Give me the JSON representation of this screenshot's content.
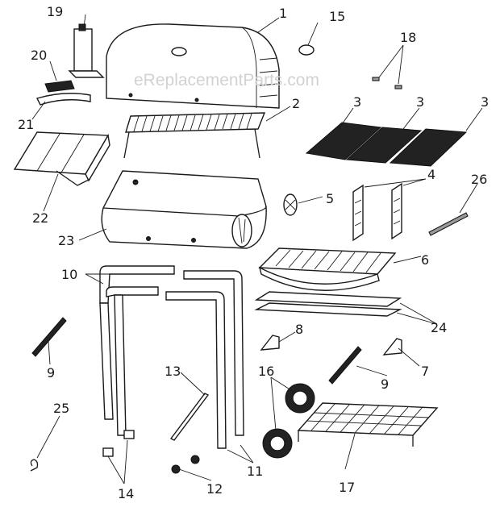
{
  "watermark": "eReplacementParts.com",
  "callouts": {
    "p1": "1",
    "p2": "2",
    "p3a": "3",
    "p3b": "3",
    "p3c": "3",
    "p4": "4",
    "p5": "5",
    "p6": "6",
    "p7": "7",
    "p8": "8",
    "p9a": "9",
    "p9b": "9",
    "p10": "10",
    "p11": "11",
    "p12": "12",
    "p13": "13",
    "p14": "14",
    "p15": "15",
    "p16": "16",
    "p17": "17",
    "p18": "18",
    "p19": "19",
    "p20": "20",
    "p21": "21",
    "p22": "22",
    "p23": "23",
    "p24": "24",
    "p25": "25",
    "p26": "26"
  },
  "colors": {
    "ink": "#1a1a1a",
    "watermark": "#d2d2d2",
    "background": "#ffffff"
  }
}
